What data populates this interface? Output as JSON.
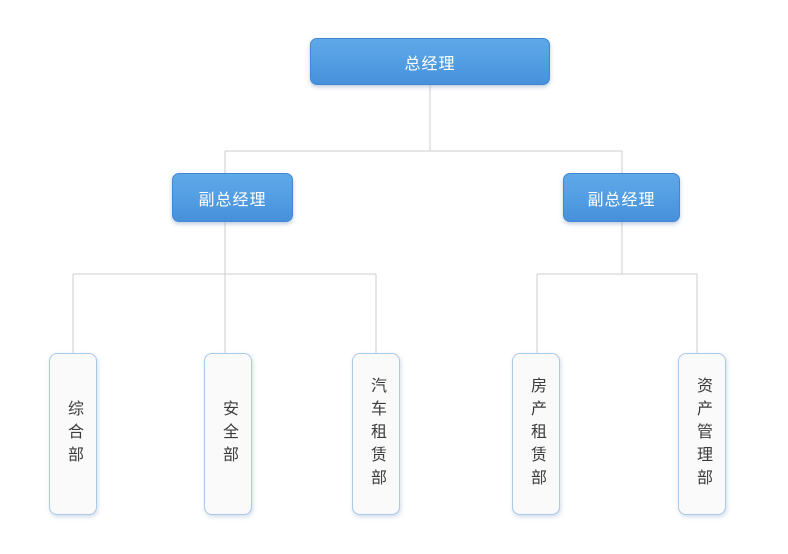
{
  "org": {
    "root": {
      "label": "总经理"
    },
    "deputies": [
      {
        "label": "副总经理",
        "reports_to": "总经理"
      },
      {
        "label": "副总经理",
        "reports_to": "总经理"
      }
    ],
    "departments": [
      {
        "label": "综合部",
        "reports_to": "副总经理 (left)"
      },
      {
        "label": "安全部",
        "reports_to": "副总经理 (left)"
      },
      {
        "label": "汽车租赁部",
        "reports_to": "副总经理 (left)"
      },
      {
        "label": "房产租赁部",
        "reports_to": "副总经理 (right)"
      },
      {
        "label": "资产管理部",
        "reports_to": "副总经理 (right)"
      }
    ]
  },
  "colors": {
    "node_blue_top": "#5fa9e9",
    "node_blue_bottom": "#4791dc",
    "node_blue_border": "#4187d3",
    "connector": "#cdcdcd",
    "dept_bg": "#fafafa",
    "dept_border": "#a9c9e9",
    "dept_text": "#3c3c3c",
    "node_text": "#ffffff",
    "page_bg": "#ffffff"
  }
}
